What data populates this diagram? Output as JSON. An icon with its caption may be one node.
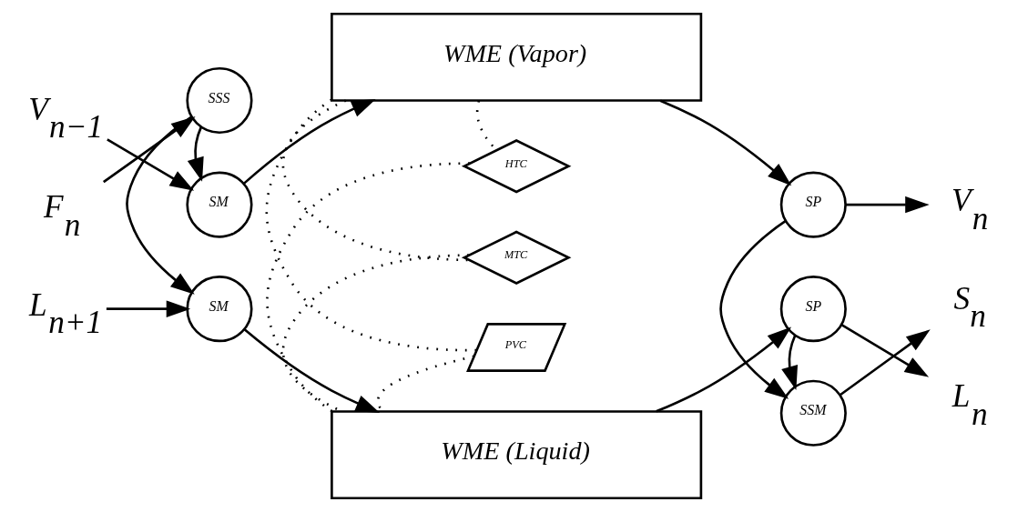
{
  "diagram": {
    "nodes": [
      {
        "text": [
          "V$_{n−1}$"
        ]
      },
      {
        "text": [
          "SM"
        ]
      },
      {
        "text": [
          "WME (Vapor)"
        ]
      },
      {
        "text": [
          "SP"
        ]
      },
      {
        "text": [
          "V$_{n}$"
        ]
      },
      {
        "text": [
          "F$_{n}$"
        ]
      },
      {
        "text": [
          "SSS"
        ]
      },
      {
        "text": [
          "HTC"
        ]
      },
      {
        "text": [
          "MTC"
        ]
      },
      {
        "text": [
          "PVC"
        ]
      },
      {
        "text": [
          "SSM"
        ]
      },
      {
        "text": [
          "S$_{n}$"
        ]
      },
      {
        "text": [
          "L$_{n+1}$"
        ]
      },
      {
        "text": [
          "SM"
        ]
      },
      {
        "text": [
          "WME (Liquid)"
        ]
      },
      {
        "text": [
          "SP"
        ]
      },
      {
        "text": [
          "L$_{n}$"
        ]
      }
    ],
    "edges": [
      {
        "from": 0,
        "to": 1,
        "arrow": "to"
      },
      {
        "from": 1,
        "to": 2,
        "arrow": "to"
      },
      {
        "from": 2,
        "to": 3,
        "arrow": "to"
      },
      {
        "from": 3,
        "to": 4,
        "arrow": "to"
      },
      {
        "from": 6,
        "to": 1,
        "arrow": "to"
      },
      {
        "from": 5,
        "to": 6,
        "arrow": "to"
      },
      {
        "from": 2,
        "to": 7,
        "arrow": "none",
        "style": "dashed"
      },
      {
        "from": 2,
        "to": 8,
        "arrow": "none",
        "style": "dashed"
      },
      {
        "from": 2,
        "to": 9,
        "arrow": "none",
        "style": "dashed"
      },
      {
        "from": 3,
        "to": 10,
        "arrow": "to"
      },
      {
        "from": 10,
        "to": 11,
        "arrow": "to"
      },
      {
        "from": 6,
        "to": 13,
        "arrow": "to"
      },
      {
        "from": 7,
        "to": 14,
        "arrow": "none",
        "style": "dashed"
      },
      {
        "from": 8,
        "to": 14,
        "arrow": "none",
        "style": "dashed"
      },
      {
        "from": 9,
        "to": 14,
        "arrow": "none",
        "style": "dashed"
      },
      {
        "from": 15,
        "to": 10,
        "arrow": "to"
      },
      {
        "from": 12,
        "to": 13,
        "arrow": "to"
      },
      {
        "from": 13,
        "to": 14,
        "arrow": "to"
      },
      {
        "from": 14,
        "to": 15,
        "arrow": "to"
      },
      {
        "from": 15,
        "to": 16,
        "arrow": "to"
      }
    ]
  }
}
